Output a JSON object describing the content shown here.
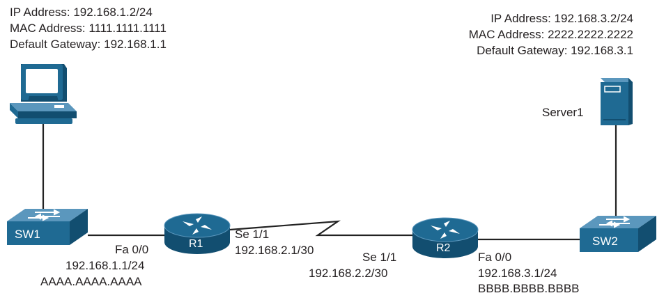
{
  "pc": {
    "ip": "IP Address: 192.168.1.2/24",
    "mac": "MAC Address: 1111.1111.1111",
    "gateway": "Default Gateway: 192.168.1.1"
  },
  "server": {
    "ip": "IP Address: 192.168.3.2/24",
    "mac": "MAC Address: 2222.2222.2222",
    "gateway": "Default Gateway: 192.168.3.1",
    "name": "Server1"
  },
  "sw1": {
    "name": "SW1"
  },
  "sw2": {
    "name": "SW2"
  },
  "r1": {
    "name": "R1",
    "lan_if": "Fa 0/0",
    "lan_ip": "192.168.1.1/24",
    "lan_mac": "AAAA.AAAA.AAAA",
    "wan_if": "Se 1/1",
    "wan_ip": "192.168.2.1/30"
  },
  "r2": {
    "name": "R2",
    "lan_if": "Fa 0/0",
    "lan_ip": "192.168.3.1/24",
    "lan_mac": "BBBB.BBBB.BBBB",
    "wan_if": "Se 1/1",
    "wan_ip": "192.168.2.2/30"
  },
  "colors": {
    "device_fill": "#1f6a93",
    "device_dark": "#124e70",
    "device_light": "#5b97bd",
    "link": "#222222"
  },
  "icons": [
    "pc-icon",
    "server-icon",
    "switch-icon",
    "router-icon"
  ]
}
